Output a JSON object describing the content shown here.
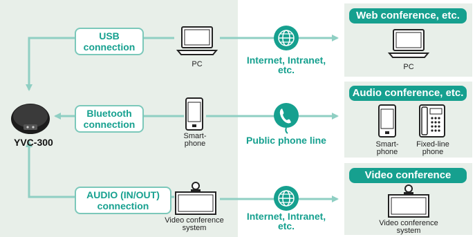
{
  "device": {
    "name": "YVC-300"
  },
  "connections": {
    "usb": "USB connection",
    "bluetooth": "Bluetooth connection",
    "audio": "AUDIO (IN/OUT) connection"
  },
  "devices": {
    "pc": "PC",
    "smartphone": "Smart-phone",
    "video_system": "Video conference system"
  },
  "networks": {
    "internet1": "Internet, Intranet, etc.",
    "phone_line": "Public phone line",
    "internet2": "Internet, Intranet, etc."
  },
  "categories": {
    "web": {
      "title": "Web conference, etc.",
      "device": "PC"
    },
    "audio": {
      "title": "Audio conference, etc.",
      "device1": "Smart-phone",
      "device2": "Fixed-line phone"
    },
    "video": {
      "title": "Video conference",
      "device": "Video conference system"
    }
  },
  "colors": {
    "accent": "#16a08f",
    "line": "#8fcfc3",
    "panel": "#e8efe9"
  }
}
